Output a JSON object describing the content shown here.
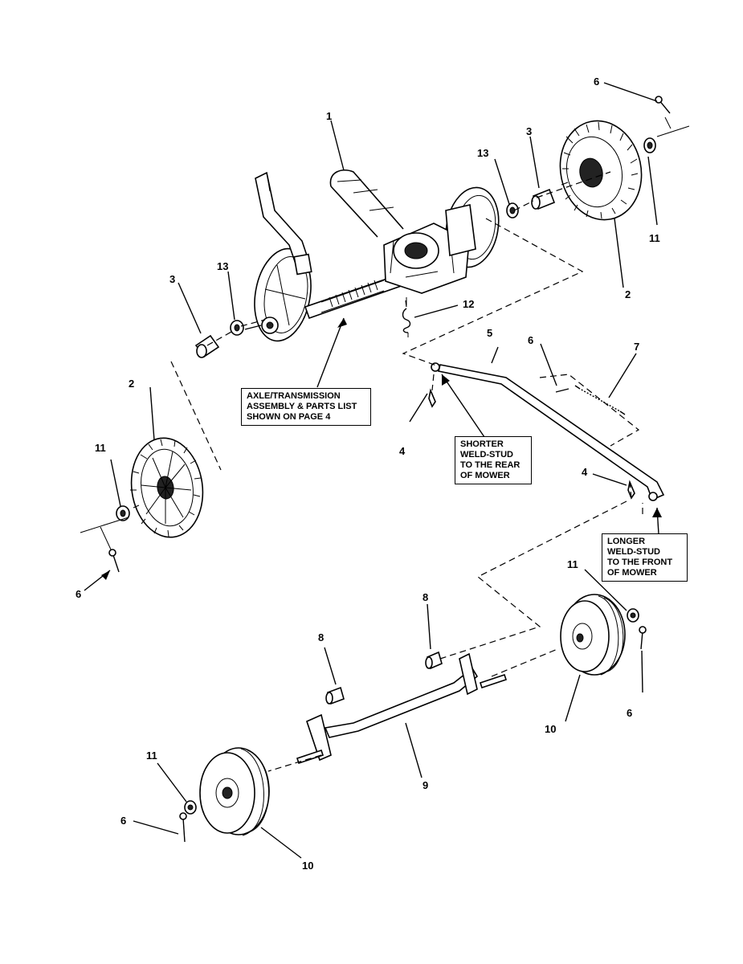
{
  "callouts": {
    "axle": [
      "AXLE/TRANSMISSION",
      "ASSEMBLY & PARTS LIST",
      "SHOWN ON PAGE 4"
    ],
    "shorter": [
      "SHORTER",
      "WELD-STUD",
      "TO THE REAR",
      "OF MOWER"
    ],
    "longer": [
      "LONGER",
      "WELD-STUD",
      "TO THE FRONT",
      "OF MOWER"
    ]
  },
  "labels": {
    "l1": "1",
    "l2a": "2",
    "l2b": "2",
    "l3a": "3",
    "l3b": "3",
    "l4a": "4",
    "l4b": "4",
    "l5": "5",
    "l6a": "6",
    "l6b": "6",
    "l6c": "6",
    "l6d": "6",
    "l6e": "6",
    "l7": "7",
    "l8a": "8",
    "l8b": "8",
    "l9": "9",
    "l10a": "10",
    "l10b": "10",
    "l11a": "11",
    "l11b": "11",
    "l11c": "11",
    "l11d": "11",
    "l12": "12",
    "l13a": "13",
    "l13b": "13"
  }
}
